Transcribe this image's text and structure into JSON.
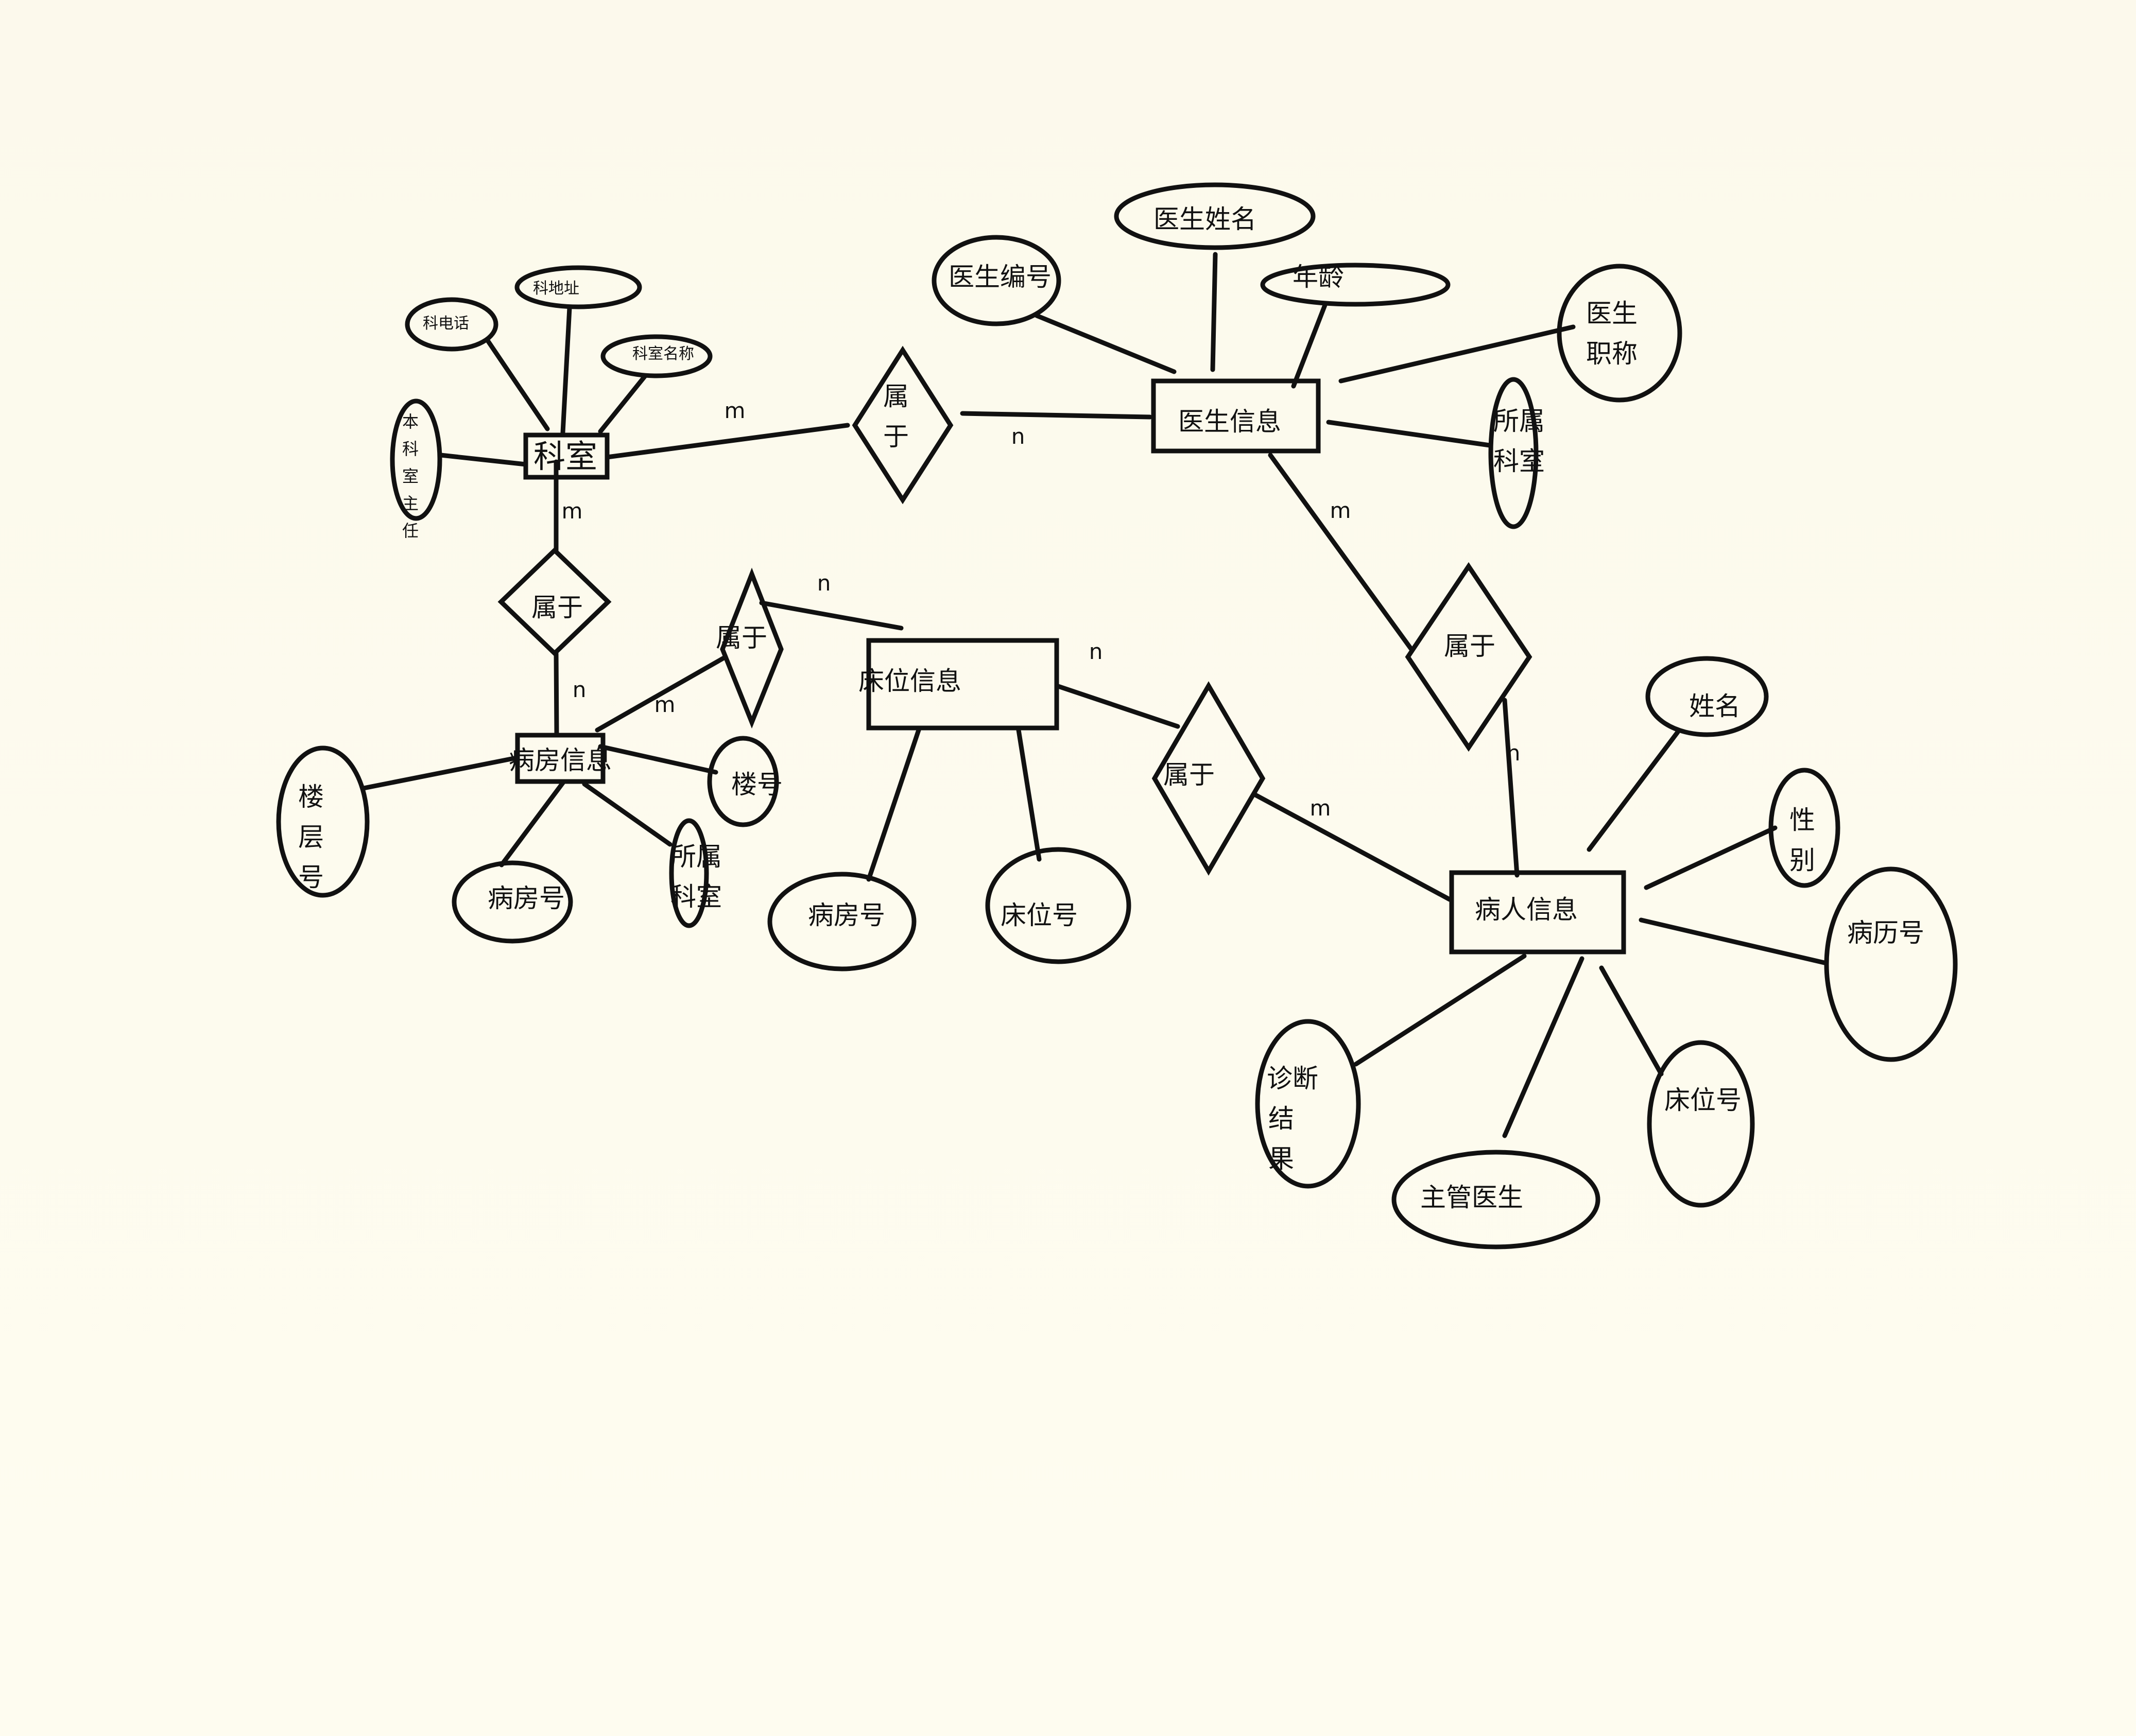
{
  "entities": {
    "keshi": "科室",
    "yisheng": "医生信息",
    "bingfang": "病房信息",
    "chuangwei": "床位信息",
    "bingren": "病人信息"
  },
  "relationships": {
    "r_keshi_yisheng": [
      "属",
      "于"
    ],
    "r_keshi_bingfang": "属于",
    "r_bingfang_chuangwei": "属于",
    "r_chuangwei_bingren": "属于",
    "r_yisheng_bingren": "属于"
  },
  "attributes": {
    "keshi_dianhua": "科电话",
    "keshi_dizhi": "科地址",
    "keshi_mingcheng": "科室名称",
    "keshi_zhuren": [
      "本",
      "科",
      "室",
      "主",
      "任"
    ],
    "yisheng_bianhao": "医生编号",
    "yisheng_xingming": "医生姓名",
    "yisheng_nianling": "年龄",
    "yisheng_zhicheng": [
      "医生",
      "职称"
    ],
    "yisheng_keshi": [
      "所属",
      "科室"
    ],
    "bingfang_louceng": [
      "楼",
      "层",
      "号"
    ],
    "bingfang_bingfanghao": "病房号",
    "bingfang_keshi": [
      "所属",
      "科室"
    ],
    "bingfang_louhao": "楼号",
    "chuangwei_bingfanghao": "病房号",
    "chuangwei_chuangweihao": "床位号",
    "bingren_xingming": "姓名",
    "bingren_xingbie": [
      "性",
      "别"
    ],
    "bingren_binglihao": "病历号",
    "bingren_zhenduan": [
      "诊断",
      "结",
      "果"
    ],
    "bingren_zhuguan": "主管医生",
    "bingren_chuangweihao": "床位号"
  },
  "cardinalities": {
    "c1": "m",
    "c2": "n",
    "c3": "m",
    "c4": "n",
    "c5": "n",
    "c6": "m",
    "c7": "n",
    "c8": "m",
    "c9": "m",
    "c10": "n"
  }
}
